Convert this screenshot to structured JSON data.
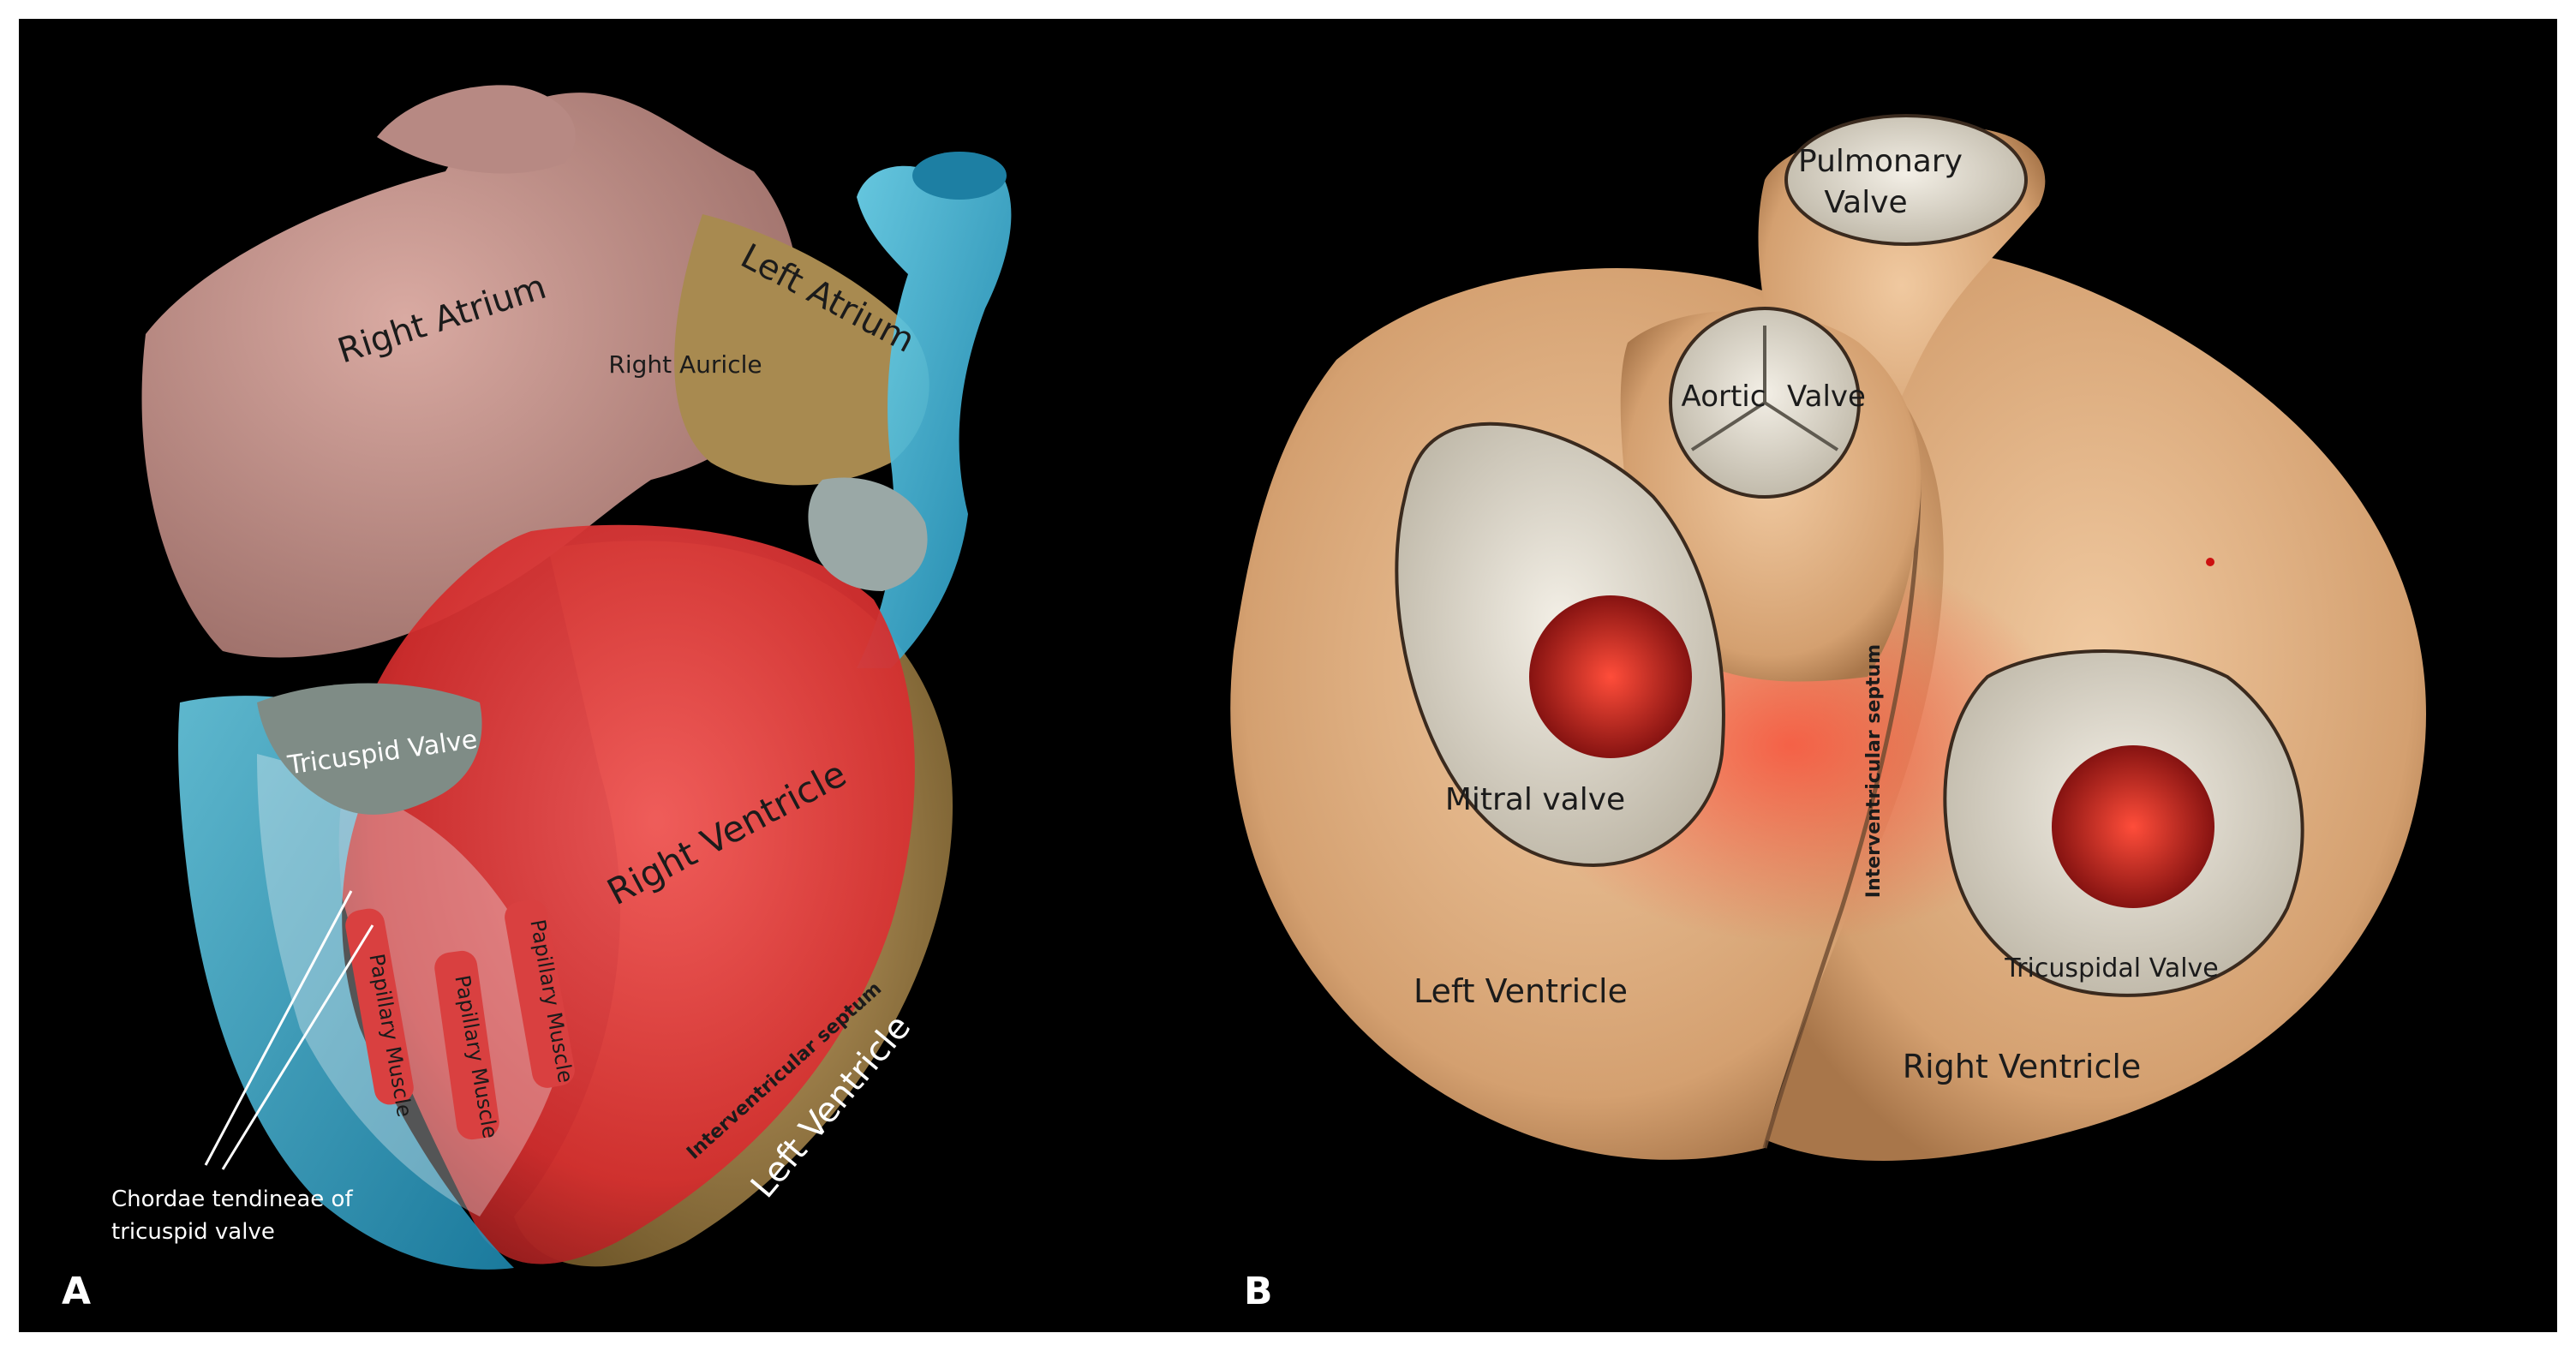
{
  "panel_a": {
    "letter": "A",
    "labels": {
      "right_atrium": "Right Atrium",
      "left_atrium": "Left Atrium",
      "right_auricle": "Right Auricle",
      "tricuspid_valve": "Tricuspid Valve",
      "right_ventricle": "Right Ventricle",
      "papillary_muscle_1": "Papillary Muscle",
      "papillary_muscle_2": "Papillary Muscle",
      "papillary_muscle_3": "Papillary Muscle",
      "interventricular_septum": "Interventricular septum",
      "left_ventricle": "Left Ventricle",
      "chordae_line1": "Chordae tendineae of",
      "chordae_line2": "tricuspid valve"
    }
  },
  "panel_b": {
    "letter": "B",
    "labels": {
      "pulmonary_line1": "Pulmonary",
      "pulmonary_line2": "Valve",
      "aortic_word": "Aortic",
      "valve_word": "Valve",
      "mitral_valve": "Mitral valve",
      "interventricular_septum": "Interventricular septum",
      "tricuspidal_valve": "Tricuspidal Valve",
      "left_ventricle": "Left Ventricle",
      "right_ventricle": "Right Ventricle"
    }
  },
  "colors": {
    "background": "#000000",
    "frame": "#ffffff",
    "atrium_pink": "#c99a92",
    "myocardium_tan": "#e4b98c",
    "ventricle_red": "#e03a3a",
    "vessel_cyan": "#3fc3e6",
    "valve_grey": "#d8d2c4"
  }
}
